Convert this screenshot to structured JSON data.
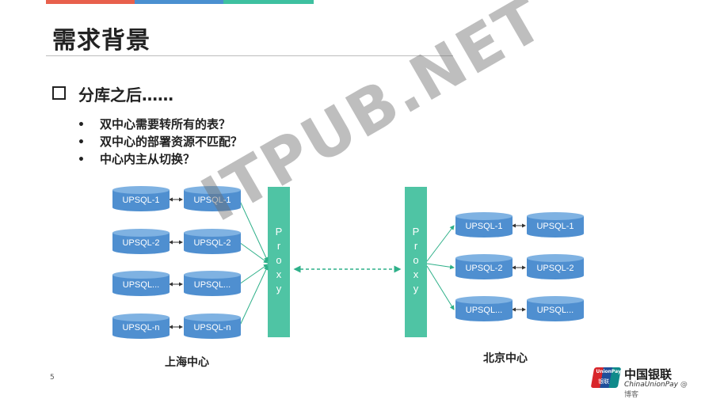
{
  "colors": {
    "bar_red": "#e8604c",
    "bar_blue": "#4a90d0",
    "bar_teal": "#3ec0a0",
    "db_blue": "#4f8fd0",
    "proxy_green": "#4fc4a4",
    "link_green": "#2eb089"
  },
  "slide": {
    "title": "需求背景",
    "section": "分库之后……",
    "bullets": [
      "双中心需要转所有的表？",
      "双中心的部署资源不匹配？",
      "中心内主从切换？"
    ],
    "page_number": "5"
  },
  "diagram": {
    "left_center_label": "上海中心",
    "right_center_label": "北京中心",
    "proxy_label": [
      "P",
      "r",
      "o",
      "x",
      "y"
    ],
    "left_pairs": [
      {
        "primary": "UPSQL-1",
        "replica": "UPSQL-1"
      },
      {
        "primary": "UPSQL-2",
        "replica": "UPSQL-2"
      },
      {
        "primary": "UPSQL...",
        "replica": "UPSQL..."
      },
      {
        "primary": "UPSQL-n",
        "replica": "UPSQL-n"
      }
    ],
    "right_pairs": [
      {
        "primary": "UPSQL-1",
        "replica": "UPSQL-1"
      },
      {
        "primary": "UPSQL-2",
        "replica": "UPSQL-2"
      },
      {
        "primary": "UPSQL...",
        "replica": "UPSQL..."
      }
    ]
  },
  "watermark": "ITPUB.NET",
  "logo": {
    "badge_top": "UnionPay",
    "badge_bottom": "银联",
    "name_cn": "中国银联",
    "name_en": "ChinaUnionPay",
    "overlay": "@博客"
  }
}
